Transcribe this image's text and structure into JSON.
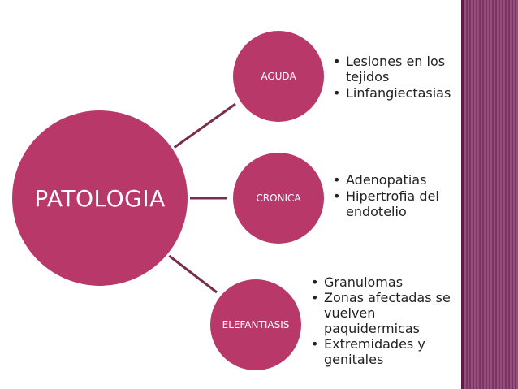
{
  "diagram": {
    "root": {
      "label": "PATOLOGIA"
    },
    "branches": [
      {
        "label": "AGUDA",
        "items": [
          "Lesiones en  los tejidos",
          "Linfangiectasias"
        ]
      },
      {
        "label": "CRONICA",
        "items": [
          "Adenopatias",
          "Hipertrofia del endotelio"
        ]
      },
      {
        "label": "ELEFANTIASIS",
        "items": [
          "Granulomas",
          "Zonas afectadas se vuelven paquidermicas",
          "Extremidades y genitales"
        ]
      }
    ]
  },
  "colors": {
    "node_fill": "#b9386a",
    "connector": "#7a2c4c",
    "side_stripe": "#8a3a6e"
  }
}
